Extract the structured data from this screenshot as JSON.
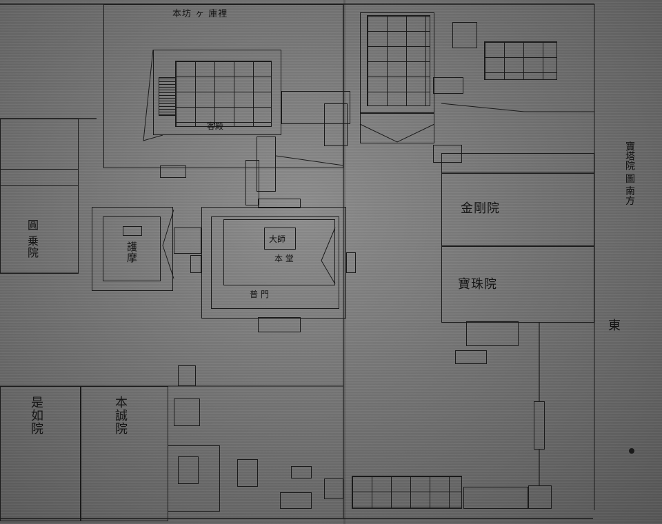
{
  "title": "寶塔院 圖 南方",
  "compass_label": "東",
  "halls": {
    "north_top": "本坊 ヶ 庫裡",
    "main_hall": "本堂",
    "daishi": "大師",
    "goma": "護摩",
    "east_upper": "金剛院",
    "east_lower": "寶珠院",
    "bottom_left": "是如院",
    "bottom_mid": "本誠院",
    "west_middle": "圓 乗院",
    "kyakuden": "客殿",
    "hondo_kanji": "本 堂",
    "fumon": "普 門"
  },
  "colors": {
    "ink": "#1a1a1a",
    "paper_light": "#8d8d8d",
    "paper_dark": "#555555"
  }
}
